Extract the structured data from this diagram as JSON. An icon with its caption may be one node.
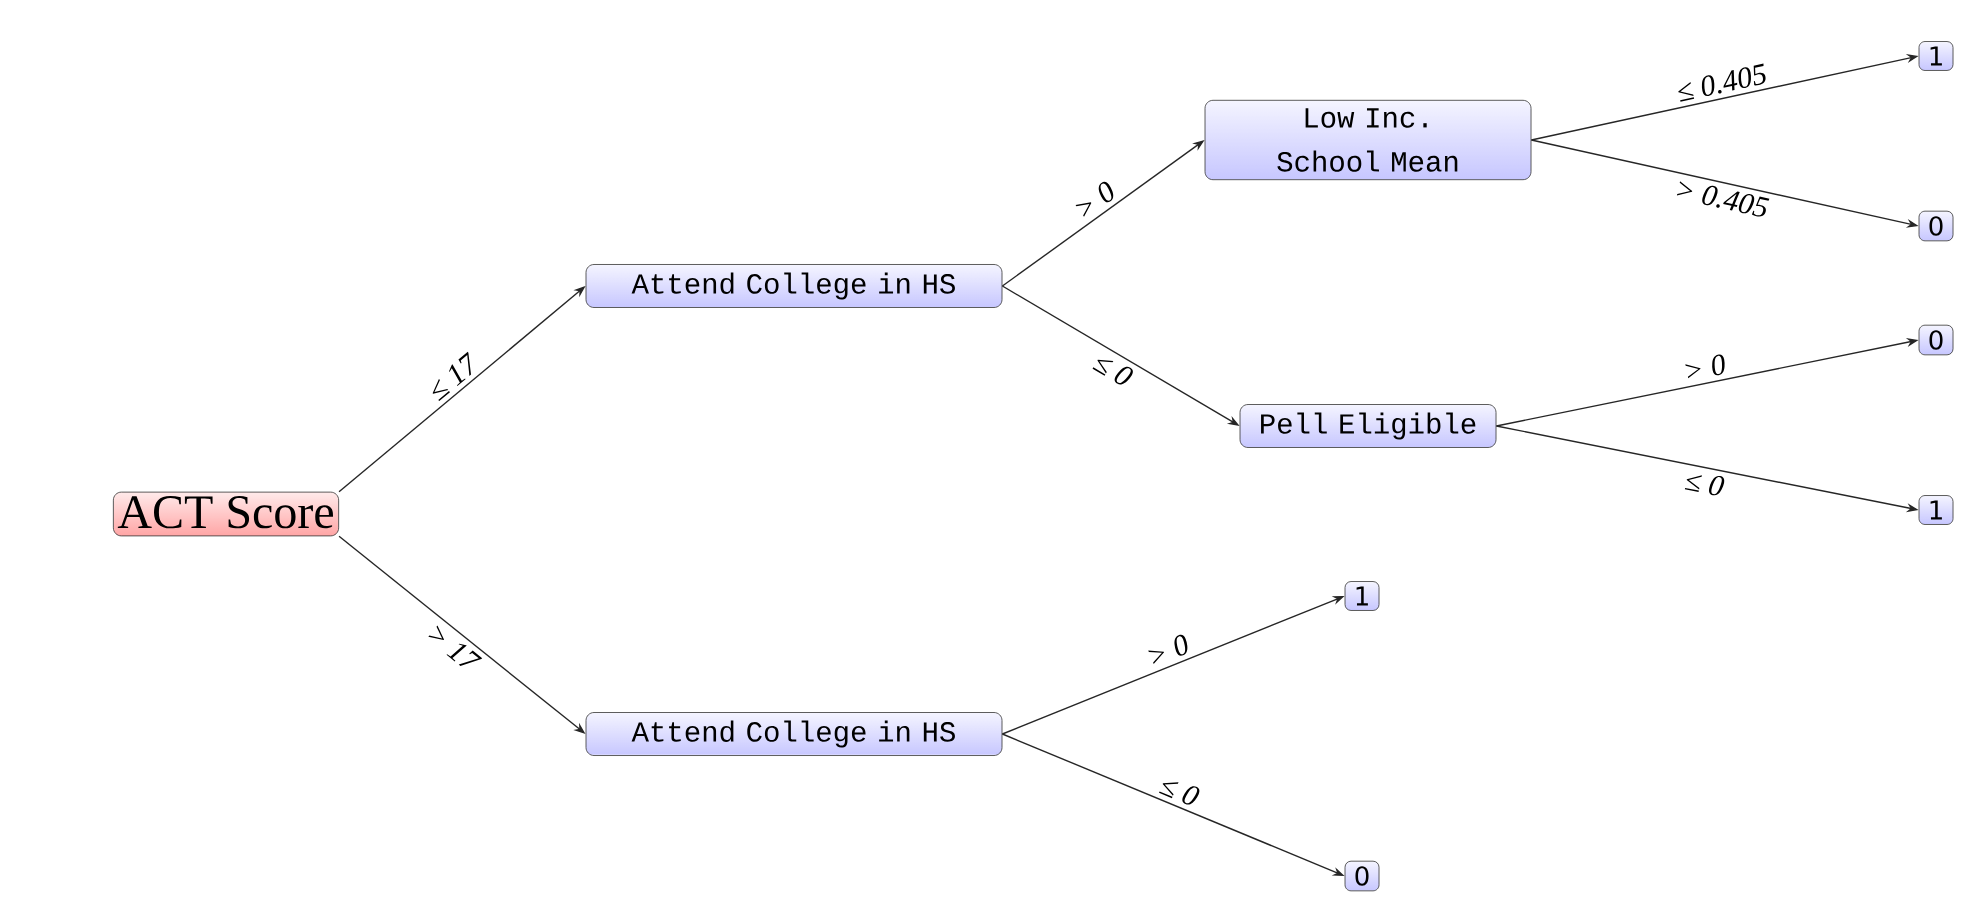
{
  "diagram": {
    "nodes": [
      {
        "text": [
          "ACT Score"
        ]
      },
      {
        "text": [
          "Attend College in HS"
        ]
      },
      {
        "text": [
          "Attend College in HS"
        ]
      },
      {
        "text": [
          "Low Inc. School Mean"
        ]
      },
      {
        "text": [
          "Pell Eligible"
        ]
      },
      {
        "text": [
          "1"
        ]
      },
      {
        "text": [
          "0"
        ]
      },
      {
        "text": [
          "0"
        ]
      },
      {
        "text": [
          "1"
        ]
      },
      {
        "text": [
          "1"
        ]
      },
      {
        "text": [
          "0"
        ]
      }
    ],
    "edges": [
      {
        "from": 0,
        "to": 1,
        "arrow": "to",
        "label": "≤ 17"
      },
      {
        "from": 0,
        "to": 2,
        "arrow": "to",
        "label": "> 17"
      },
      {
        "from": 1,
        "to": 3,
        "arrow": "to",
        "label": "> 0"
      },
      {
        "from": 1,
        "to": 4,
        "arrow": "to",
        "label": "≤ 0"
      },
      {
        "from": 3,
        "to": 5,
        "arrow": "to",
        "label": "≤ 0.405"
      },
      {
        "from": 3,
        "to": 6,
        "arrow": "to",
        "label": "> 0.405"
      },
      {
        "from": 4,
        "to": 7,
        "arrow": "to",
        "label": "> 0"
      },
      {
        "from": 4,
        "to": 8,
        "arrow": "to",
        "label": "≤ 0"
      },
      {
        "from": 2,
        "to": 9,
        "arrow": "to",
        "label": "> 0"
      },
      {
        "from": 2,
        "to": 10,
        "arrow": "to",
        "label": "≤ 0"
      }
    ]
  }
}
